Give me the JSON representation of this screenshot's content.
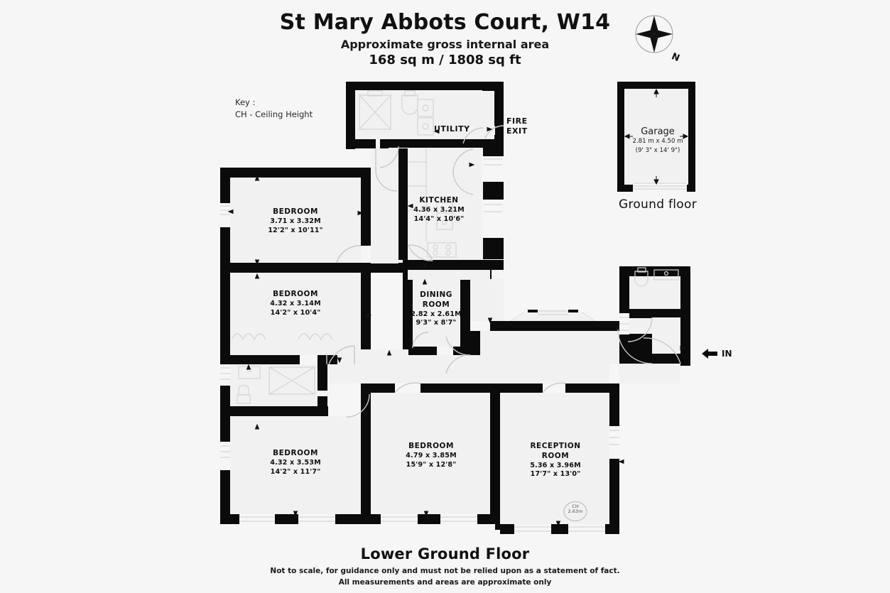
{
  "header": {
    "title": "St Mary Abbots Court, W14",
    "subtitle_line1": "Approximate gross internal area",
    "subtitle_line2": "168 sq m / 1808 sq ft"
  },
  "compass": {
    "icon": "compass-rose-icon",
    "north_label": "N"
  },
  "key": {
    "heading": "Key :",
    "entry": "CH - Ceiling Height"
  },
  "ground_floor": {
    "caption": "Ground floor",
    "garage": {
      "name": "Garage",
      "dim_metric": "2.81 m x 4.50 m",
      "dim_imperial": "(9' 3\" x 14' 9\")"
    }
  },
  "lower_ground_floor": {
    "caption": "Lower Ground Floor",
    "rooms": [
      {
        "name": "BEDROOM",
        "dim_metric": "3.71 x 3.32M",
        "dim_imperial": "12'2\" x 10'11\""
      },
      {
        "name": "BEDROOM",
        "dim_metric": "4.32 x 3.14M",
        "dim_imperial": "14'2\" x 10'4\""
      },
      {
        "name": "BEDROOM",
        "dim_metric": "4.32 x 3.53M",
        "dim_imperial": "14'2\" x 11'7\""
      },
      {
        "name": "BEDROOM",
        "dim_metric": "4.79 x 3.85M",
        "dim_imperial": "15'9\" x 12'8\""
      },
      {
        "name": "KITCHEN",
        "dim_metric": "4.36 x 3.21M",
        "dim_imperial": "14'4\" x 10'6\""
      },
      {
        "name": "DINING",
        "name2": "ROOM",
        "dim_metric": "2.82 x 2.61M",
        "dim_imperial": "9'3\" x 8'7\""
      },
      {
        "name": "RECEPTION",
        "name2": "ROOM",
        "dim_metric": "5.36 x 3.96M",
        "dim_imperial": "17'7\" x 13'0\""
      }
    ],
    "utility_label": "UTILITY",
    "fire_exit_line1": "FIRE",
    "fire_exit_line2": "EXIT",
    "entrance_label": "IN",
    "ceiling_height_badge": {
      "label": "CH",
      "value": "2.63m"
    }
  },
  "footer": {
    "disclaimer_line1": "Not to scale, for guidance only and must not be relied upon as a statement of fact.",
    "disclaimer_line2": "All measurements and areas are approximate only"
  },
  "colors": {
    "background": "#f6f6f6",
    "wall": "#0b0b0b",
    "room_fill": "#f1f1f1",
    "fixture_line": "#d8d8d8",
    "text": "#111111"
  }
}
